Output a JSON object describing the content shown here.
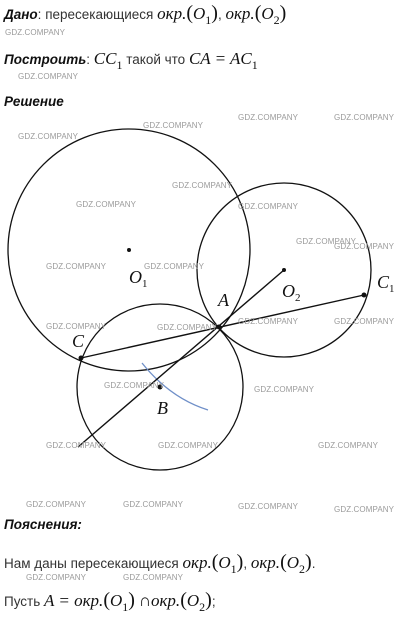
{
  "header": {
    "given_label": "Дано",
    "given_text": "пересекающиеся",
    "circle_word": "окр.",
    "O": "O",
    "sub1": "1",
    "sub2": "2",
    "comma": ",",
    "construct_label": "Построить",
    "colon": ":",
    "cc": "CC",
    "such_that": "такой  что",
    "ca_eq": "CA = AC"
  },
  "solution_label": "Решение",
  "diagram": {
    "labels": {
      "O1": "O",
      "O1_sub": "1",
      "O2": "O",
      "O2_sub": "2",
      "A": "A",
      "B": "B",
      "C": "C",
      "C1": "C",
      "C1_sub": "1"
    }
  },
  "explanation_label": "Пояснения:",
  "explanation": {
    "line1_text": "Нам даны пересекающиеся",
    "line1_circle": "окр.",
    "line1_period": ".",
    "line2_text": "Пусть",
    "line2_expr": "A = окр.",
    "line2_cap": "∩",
    "line2_circle": "окр.",
    "line2_end": ";"
  },
  "watermark": {
    "text": "GDZ.COMPANY"
  }
}
